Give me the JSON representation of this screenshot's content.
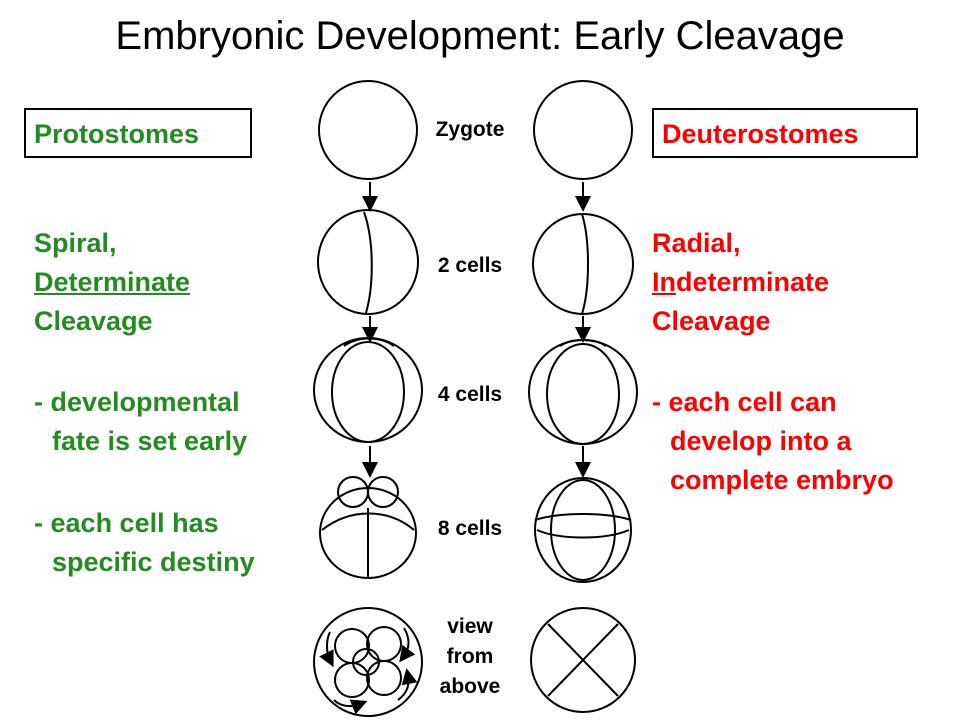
{
  "title": "Embryonic Development: Early Cleavage",
  "protostomes": {
    "heading": "Protostomes",
    "cleavage_line1": "Spiral,",
    "cleavage_line2": "Determinate",
    "cleavage_line3": "Cleavage",
    "bullet1_dash": "-",
    "bullet1_line1": "developmental",
    "bullet1_line2": "fate is set early",
    "bullet2_dash": "-",
    "bullet2_line1": "each cell has",
    "bullet2_line2": "specific destiny"
  },
  "deuterostomes": {
    "heading": "Deuterostomes",
    "cleavage_line1": "Radial,",
    "cleavage_line2_underlined": "In",
    "cleavage_line2_rest": "determinate",
    "cleavage_line3": "Cleavage",
    "bullet1_dash": "-",
    "bullet1_line1": "each cell can",
    "bullet1_line2": "develop into a",
    "bullet1_line3": "complete embryo"
  },
  "stages": {
    "zygote": "Zygote",
    "two": "2 cells",
    "four": "4 cells",
    "eight": "8 cells",
    "view1": "view",
    "view2": "from",
    "view3": "above"
  },
  "colors": {
    "protostome": "#228B22",
    "deuterostome": "#ff0000"
  }
}
